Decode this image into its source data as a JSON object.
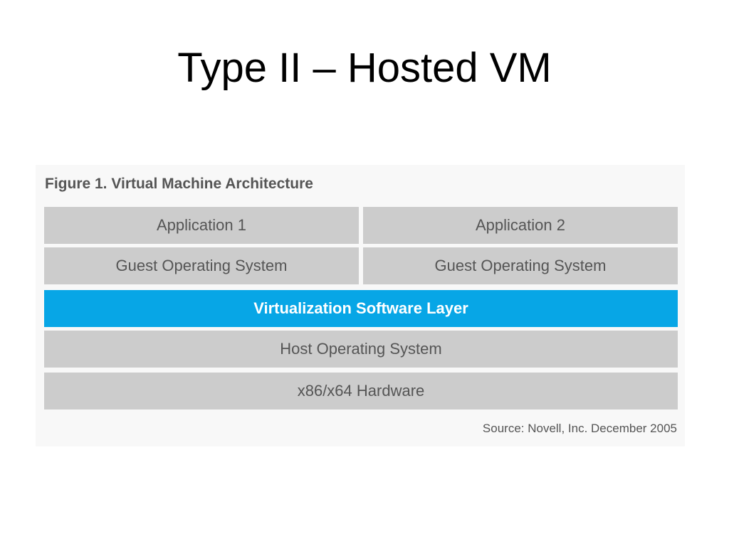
{
  "slide": {
    "title": "Type II – Hosted VM"
  },
  "figure": {
    "caption": "Figure 1. Virtual Machine Architecture",
    "layers": {
      "app_1": "Application 1",
      "app_2": "Application 2",
      "guest_os_1": "Guest Operating System",
      "guest_os_2": "Guest Operating System",
      "virtualization": "Virtualization Software Layer",
      "host_os": "Host Operating System",
      "hardware": "x86/x64 Hardware"
    },
    "source": "Source: Novell, Inc. December 2005",
    "colors": {
      "block_gray": "#cccccc",
      "virtualization_blue": "#07a6e6",
      "text_gray": "#555555"
    }
  }
}
